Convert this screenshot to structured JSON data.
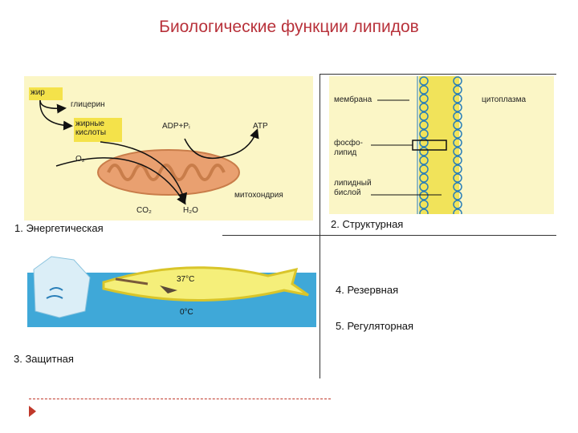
{
  "title": "Биологические функции липидов",
  "functions": {
    "energy": "1. Энергетическая",
    "structural": "2. Структурная",
    "protective": "3. Защитная",
    "reserve": "4. Резервная",
    "regulatory": "5. Регуляторная"
  },
  "energy_panel": {
    "fat": "жир",
    "glycerol": "глицерин",
    "fatty_acids_1": "жирные",
    "fatty_acids_2": "кислоты",
    "adp": "ADP+Pᵢ",
    "atp": "ATP",
    "o2": "O₂",
    "co2": "CO₂",
    "h2o": "H₂O",
    "mitochondrion": "митохондрия"
  },
  "membrane_panel": {
    "membrane": "мембрана",
    "cytoplasm": "цитоплазма",
    "phospholipid_1": "фосфо-",
    "phospholipid_2": "липид",
    "bilayer_1": "липидный",
    "bilayer_2": "бислой"
  },
  "whale_panel": {
    "temp_body": "37°C",
    "temp_water": "0°C"
  },
  "colors": {
    "title": "#b8323b",
    "panel_bg": "#fbf6c6",
    "water": "#3fa8d8",
    "mitochondrion": "#e9a070",
    "membrane_circle": "#2a7fb8"
  }
}
